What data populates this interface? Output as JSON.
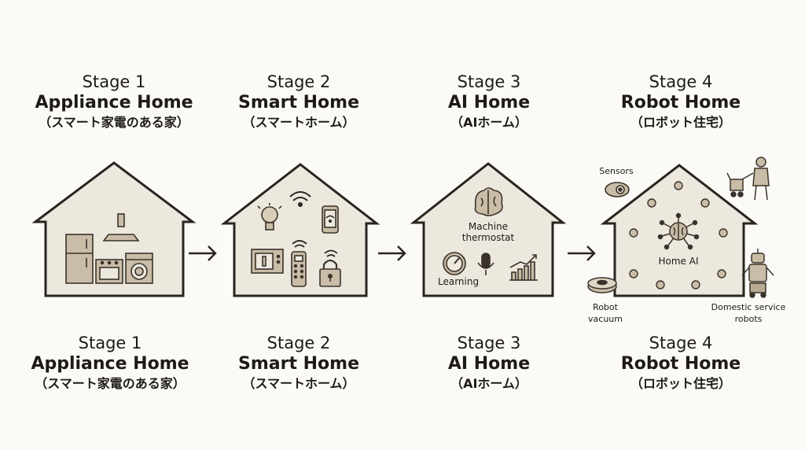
{
  "stages_top": [
    {
      "stage": "Stage 1",
      "name": "Appliance Home",
      "jp": "（スマート家電のある家）"
    },
    {
      "stage": "Stage 2",
      "name": "Smart Home",
      "jp": "（スマートホーム）"
    },
    {
      "stage": "Stage 3",
      "name": "AI Home",
      "jp": "（AIホーム）"
    },
    {
      "stage": "Stage 4",
      "name": "Robot Home",
      "jp": "（ロボット住宅）"
    }
  ],
  "stages_bottom": [
    {
      "stage": "Stage 1",
      "name": "Appliance Home",
      "jp": "（スマート家電のある家）"
    },
    {
      "stage": "Stage 2",
      "name": "Smart Home",
      "jp": "（スマートホーム）"
    },
    {
      "stage": "Stage 3",
      "name": "AI Home",
      "jp": "（AIホーム）"
    },
    {
      "stage": "Stage 4",
      "name": "Robot Home",
      "jp": "（ロボット住宅）"
    }
  ],
  "house3": {
    "machine": "Machine",
    "thermostat": "thermostat",
    "learning": "Learning"
  },
  "house4": {
    "sensors": "Sensors",
    "home_ai": "Home AI",
    "robot": "Robot",
    "vacuum": "vacuum",
    "domestic": "Domestic service",
    "robots": "robots"
  },
  "colors": {
    "house_fill": "#ede8de",
    "stroke": "#2a2520",
    "appliance": "#c9bda7",
    "accent": "#b9ab92"
  }
}
